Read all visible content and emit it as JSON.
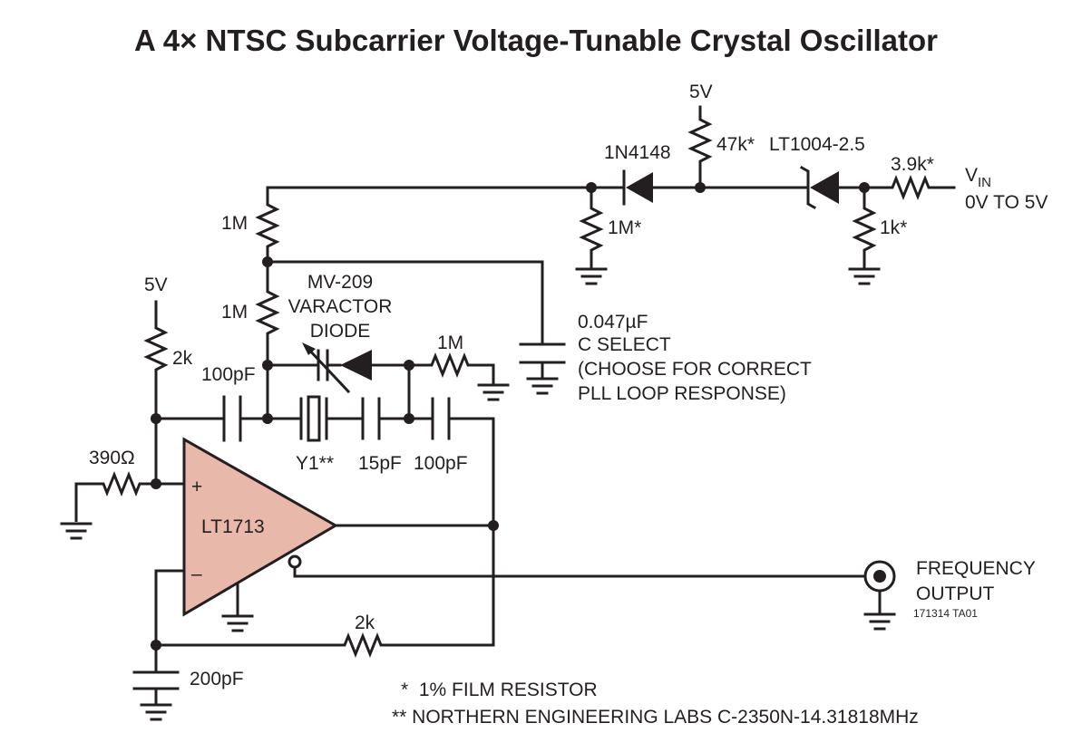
{
  "title": "A 4× NTSC Subcarrier Voltage-Tunable Crystal Oscillator",
  "supply_top": "5V",
  "supply_left": "5V",
  "components": {
    "diode_1n4148": "1N4148",
    "r_47k": "47k*",
    "ref_lt1004": "LT1004-2.5",
    "r_3_9k": "3.9k*",
    "vin": "V",
    "vin_sub": "IN",
    "vin_range": "0V TO 5V",
    "r_1k": "1k*",
    "r_1m_star": "1M*",
    "r_1m_top": "1M",
    "r_1m_mid": "1M",
    "varactor_line1": "MV-209",
    "varactor_line2": "VARACTOR",
    "varactor_line3": "DIODE",
    "r_1m_right": "1M",
    "r_2k_left": "2k",
    "c_100pf_left": "100pF",
    "crystal": "Y1**",
    "c_15pf": "15pF",
    "c_100pf_right": "100pF",
    "r_390": "390Ω",
    "opamp": "LT1713",
    "plus": "+",
    "minus": "–",
    "r_2k_bottom": "2k",
    "c_200pf": "200pF",
    "cap_select_line1": "0.047µF",
    "cap_select_line2": "C SELECT",
    "cap_select_line3": "(CHOOSE FOR CORRECT",
    "cap_select_line4": "PLL LOOP RESPONSE)",
    "output_line1": "FREQUENCY",
    "output_line2": "OUTPUT",
    "figure_id": "171314 TA01"
  },
  "notes": {
    "note1": "*  1% FILM RESISTOR",
    "note2": "** NORTHERN ENGINEERING LABS C-2350N-14.31818MHz"
  }
}
